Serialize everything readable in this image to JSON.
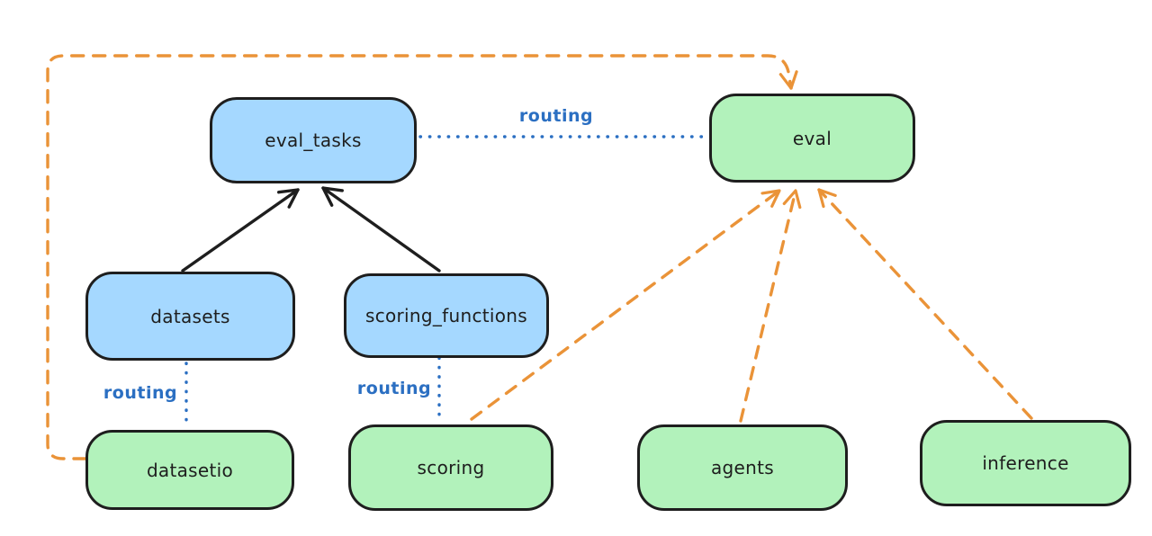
{
  "diagram": {
    "type": "architecture-routing-diagram",
    "background_color": "#ffffff",
    "colors": {
      "api_node_fill": "#a5d8ff",
      "provider_node_fill": "#b2f2bb",
      "node_border": "#1e1e1e",
      "node_text": "#1e1e1e",
      "routing_dotted": "#2b6fc2",
      "solid_arrow": "#1e1e1e",
      "dashed_arrow": "#ea9338"
    },
    "nodes": [
      {
        "id": "eval_tasks",
        "label": "eval_tasks",
        "fill": "blue"
      },
      {
        "id": "eval",
        "label": "eval",
        "fill": "green"
      },
      {
        "id": "datasets",
        "label": "datasets",
        "fill": "blue"
      },
      {
        "id": "scoring_functions",
        "label": "scoring_functions",
        "fill": "blue"
      },
      {
        "id": "datasetio",
        "label": "datasetio",
        "fill": "green"
      },
      {
        "id": "scoring",
        "label": "scoring",
        "fill": "green"
      },
      {
        "id": "agents",
        "label": "agents",
        "fill": "green"
      },
      {
        "id": "inference",
        "label": "inference",
        "fill": "green"
      }
    ],
    "edges": [
      {
        "from": "eval_tasks",
        "to": "eval",
        "style": "dotted-blue",
        "label": "routing"
      },
      {
        "from": "datasets",
        "to": "eval_tasks",
        "style": "solid-black-arrow",
        "label": ""
      },
      {
        "from": "scoring_functions",
        "to": "eval_tasks",
        "style": "solid-black-arrow",
        "label": ""
      },
      {
        "from": "datasets",
        "to": "datasetio",
        "style": "dotted-blue",
        "label": "routing"
      },
      {
        "from": "scoring_functions",
        "to": "scoring",
        "style": "dotted-blue",
        "label": "routing"
      },
      {
        "from": "datasetio",
        "to": "eval",
        "style": "dashed-orange-arrow",
        "label": ""
      },
      {
        "from": "scoring",
        "to": "eval",
        "style": "dashed-orange-arrow",
        "label": ""
      },
      {
        "from": "agents",
        "to": "eval",
        "style": "dashed-orange-arrow",
        "label": ""
      },
      {
        "from": "inference",
        "to": "eval",
        "style": "dashed-orange-arrow",
        "label": ""
      }
    ]
  }
}
